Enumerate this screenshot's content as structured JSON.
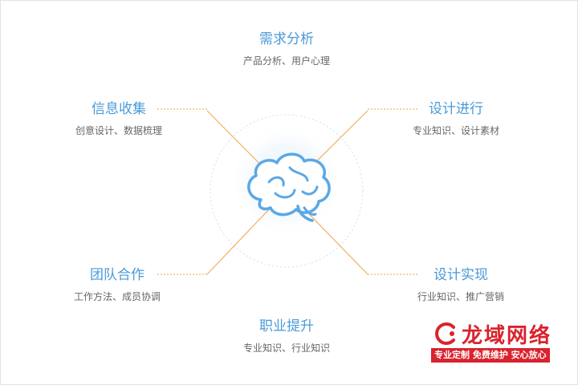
{
  "nodes": {
    "top": {
      "title": "需求分析",
      "subtitle": "产品分析、用户心理"
    },
    "top_left": {
      "title": "信息收集",
      "subtitle": "创意设计、数据梳理"
    },
    "top_right": {
      "title": "设计进行",
      "subtitle": "专业知识、设计素材"
    },
    "bottom_left": {
      "title": "团队合作",
      "subtitle": "工作方法、成员协调"
    },
    "bottom_right": {
      "title": "设计实现",
      "subtitle": "行业知识、推广营销"
    },
    "bottom": {
      "title": "职业提升",
      "subtitle": "专业知识、行业知识"
    }
  },
  "brand": {
    "name": "龙域网络",
    "slogan": "专业定制 免费维护 安心放心"
  },
  "colors": {
    "title": "#4a9ad8",
    "subtitle": "#666666",
    "connector": "#f0a040",
    "brain": "#5aa8e6",
    "brand": "#d9232e"
  },
  "icons": {
    "center": "brain-icon",
    "logo": "brand-logo-icon"
  }
}
